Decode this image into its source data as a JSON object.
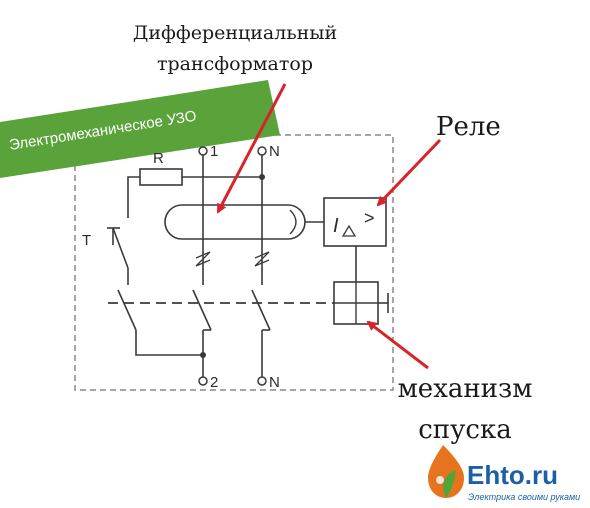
{
  "annotations": {
    "transformer_line1": "Дифференциальный",
    "transformer_line2": "трансформатор",
    "relay": "Реле",
    "trip_line1": "механизм",
    "trip_line2": "спуска"
  },
  "banner": {
    "text": "Электромеханическое УЗО",
    "color": "#5aa33a"
  },
  "terminals": {
    "top_phase": "1",
    "top_neutral": "N",
    "bottom_phase": "2",
    "bottom_neutral": "N"
  },
  "components": {
    "resistor": "R",
    "test_button": "T",
    "relay_symbol": "I",
    "relay_arrow": ">"
  },
  "logo": {
    "text": "Ehto.ru",
    "tagline": "Электрика своими руками",
    "text_color": "#1c5fa8",
    "drop_color": "#e8731f",
    "leaf_color": "#4ea63a"
  },
  "colors": {
    "arrow": "#d8232a",
    "wire": "#3a3a3a",
    "frame": "#8a8a8a"
  }
}
